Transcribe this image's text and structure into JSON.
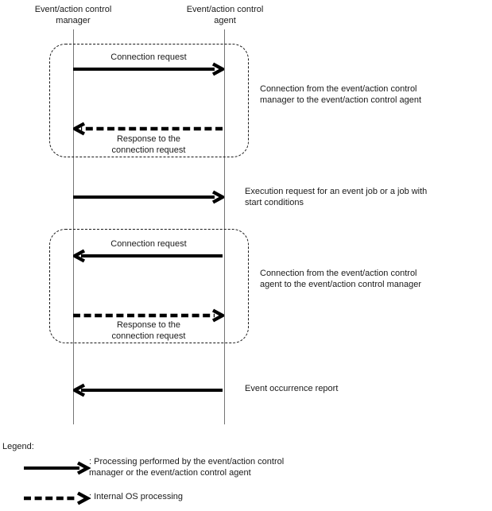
{
  "diagram": {
    "actors": {
      "manager": "Event/action control\nmanager",
      "agent": "Event/action control\nagent"
    },
    "messages": {
      "connection_request_1": "Connection request",
      "connection_response_1": "Response to the\nconnection request",
      "connection_request_2": "Connection request",
      "connection_response_2": "Response to the\nconnection request"
    },
    "annotations": {
      "box1": "Connection from the event/action control\nmanager to the event/action control agent",
      "execution_request": "Execution request for an event job or a job with\nstart conditions",
      "box2": "Connection from the event/action control\nagent to the event/action control manager",
      "event_occurrence": "Event occurrence report"
    }
  },
  "legend": {
    "title": "Legend:",
    "solid_arrow_label": ": Processing performed by the event/action control\nmanager or the event/action control agent",
    "dashed_arrow_label": ": Internal OS processing"
  },
  "colors": {
    "arrow": "#000000",
    "lifeline": "#757575",
    "text": "#1a1a1a",
    "background": "#ffffff"
  }
}
